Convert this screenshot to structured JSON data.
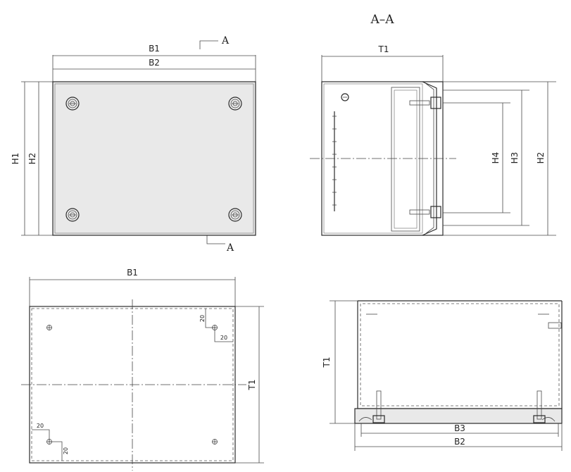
{
  "section": {
    "title": "A–A",
    "marker": "A"
  },
  "dims": {
    "B1": "B1",
    "B2": "B2",
    "B3": "B3",
    "H1": "H1",
    "H2": "H2",
    "H3": "H3",
    "H4": "H4",
    "T1": "T1"
  },
  "offsets": {
    "twenty": "20"
  },
  "icons": {
    "screw": "screw-head-icon",
    "hole": "mounting-hole-icon"
  }
}
